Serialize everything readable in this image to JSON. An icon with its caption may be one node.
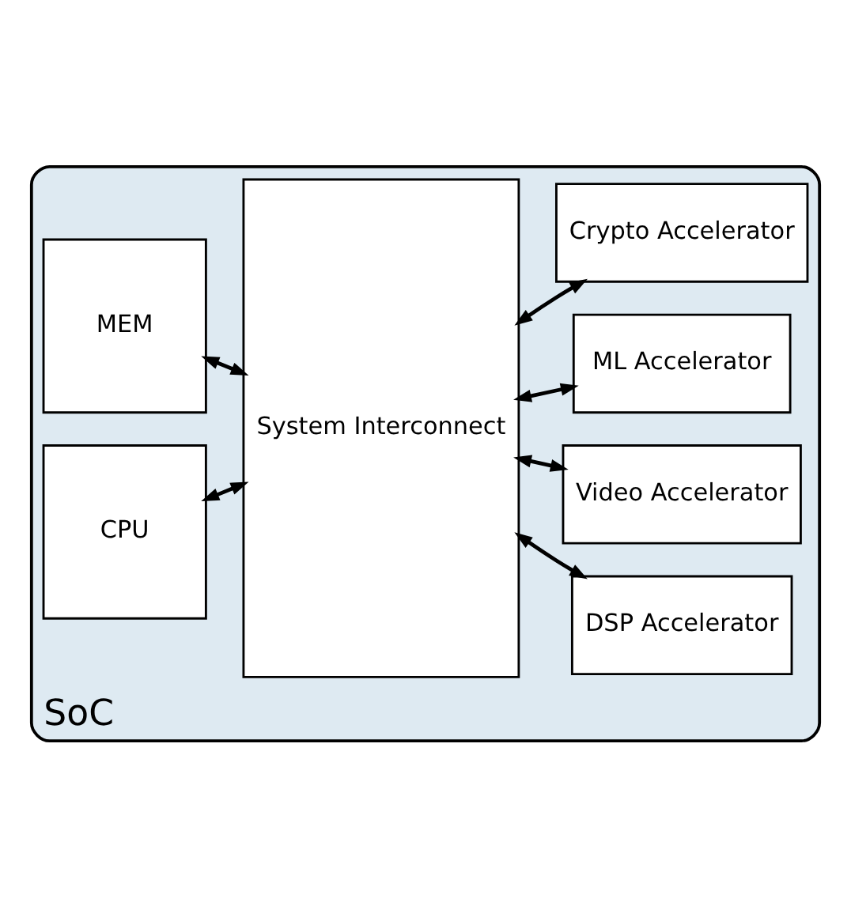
{
  "diagram": {
    "nodes": [
      {
        "text": [
          "SoC"
        ]
      },
      {
        "text": [
          "CPU"
        ],
        "in": 0
      },
      {
        "text": [
          "MEM"
        ],
        "in": 0
      },
      {
        "text": [
          "System Interconnect"
        ],
        "in": 0
      },
      {
        "text": [
          "DSP Accelerator"
        ],
        "in": 0
      },
      {
        "text": [
          "Video Accelerator"
        ],
        "in": 0
      },
      {
        "text": [
          "ML Accelerator"
        ],
        "in": 0
      },
      {
        "text": [
          "Crypto Accelerator"
        ],
        "in": 0
      }
    ],
    "edges": [
      {
        "from": 1,
        "to": 3,
        "arrow": "both"
      },
      {
        "from": 2,
        "to": 3,
        "arrow": "both"
      },
      {
        "from": 3,
        "to": 4,
        "arrow": "both"
      },
      {
        "from": 3,
        "to": 5,
        "arrow": "both"
      },
      {
        "from": 3,
        "to": 6,
        "arrow": "both"
      },
      {
        "from": 3,
        "to": 7,
        "arrow": "both"
      }
    ]
  }
}
